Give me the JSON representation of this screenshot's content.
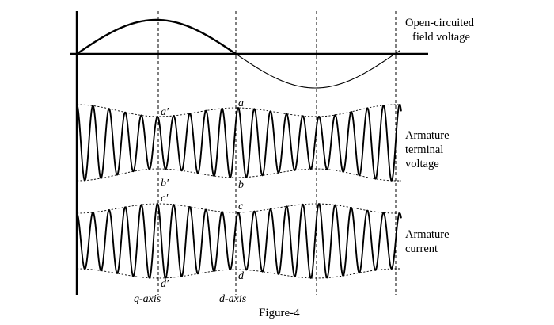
{
  "figure": {
    "caption": "Figure-4",
    "side_labels": [
      {
        "id": "field-voltage",
        "line1": "Open-circuited",
        "line2": "field voltage",
        "line3": ""
      },
      {
        "id": "armature-voltage",
        "line1": "Armature",
        "line2": "terminal",
        "line3": "voltage"
      },
      {
        "id": "armature-current",
        "line1": "Armature",
        "line2": "current",
        "line3": ""
      }
    ],
    "axis_names": [
      {
        "id": "q-axis",
        "text": "q-axis"
      },
      {
        "id": "d-axis",
        "text": "d-axis"
      }
    ],
    "point_labels": [
      {
        "id": "a-prime",
        "text": "a′"
      },
      {
        "id": "a",
        "text": "a"
      },
      {
        "id": "b-prime",
        "text": "b′"
      },
      {
        "id": "b",
        "text": "b"
      },
      {
        "id": "c-prime",
        "text": "c′"
      },
      {
        "id": "c",
        "text": "c"
      },
      {
        "id": "d-prime",
        "text": "d′"
      },
      {
        "id": "d",
        "text": "d"
      }
    ],
    "colors": {
      "ink": "#000000",
      "background": "#ffffff"
    }
  },
  "chart_data": {
    "type": "line",
    "title": "Figure-4",
    "xlabel": "",
    "ylabel": "",
    "grid": false,
    "legend_position": "right",
    "x_range": [
      97,
      505
    ],
    "vertical_markers": [
      {
        "label": "q-axis",
        "x": 200
      },
      {
        "label": "d-axis",
        "x": 298
      },
      {
        "label": "",
        "x": 400
      },
      {
        "label": "",
        "x": 500
      }
    ],
    "series": [
      {
        "name": "Open-circuited field voltage",
        "type": "sine",
        "baseline_y": 68,
        "amplitude": 43,
        "period_x": 402,
        "phase_zero_x": 97,
        "x_start": 97,
        "x_end": 505,
        "positive_half_thick": true,
        "description": "One full sine cycle: zero at 97, peak at 200, zero at 298, trough at 400, zero at 500"
      },
      {
        "name": "Armature terminal voltage",
        "type": "modulated-carrier",
        "center_y": 180,
        "carrier_period_x": 20.4,
        "x_start": 97,
        "x_end": 507,
        "envelope_max_halfheight": 48,
        "envelope_min_halfheight": 33,
        "envelope_phase": "minimum-at-q-axis",
        "envelope_points": [
          {
            "x": 97,
            "half_height": 48
          },
          {
            "x": 200,
            "half_height": 33
          },
          {
            "x": 298,
            "half_height": 44
          },
          {
            "x": 400,
            "half_height": 33
          },
          {
            "x": 500,
            "half_height": 48
          }
        ],
        "labels": {
          "upper_at_q": "a′",
          "upper_at_d": "a",
          "lower_at_q": "b′",
          "lower_at_d": "b"
        }
      },
      {
        "name": "Armature current",
        "type": "modulated-carrier",
        "center_y": 304,
        "carrier_period_x": 20.4,
        "x_start": 97,
        "x_end": 507,
        "envelope_max_halfheight": 47,
        "envelope_min_halfheight": 35,
        "envelope_phase": "maximum-at-q-axis",
        "envelope_points": [
          {
            "x": 97,
            "half_height": 35
          },
          {
            "x": 200,
            "half_height": 47
          },
          {
            "x": 298,
            "half_height": 36
          },
          {
            "x": 400,
            "half_height": 47
          },
          {
            "x": 500,
            "half_height": 35
          }
        ],
        "labels": {
          "upper_at_q": "c′",
          "upper_at_d": "c",
          "lower_at_q": "d′",
          "lower_at_d": "d"
        }
      }
    ]
  }
}
